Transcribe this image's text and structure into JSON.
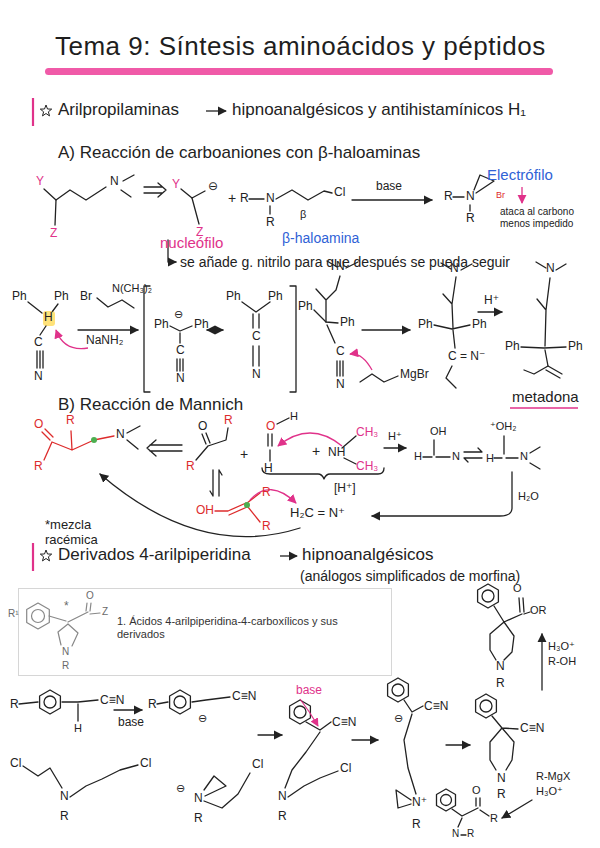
{
  "diagram": {
    "title": "Tema 9: Síntesis aminoácidos y péptidos",
    "nodes": [
      {
        "text": [
          "1. Ácidos 4-arilpiperidina-4-carboxílicos y sus derivados"
        ]
      }
    ],
    "labels": [
      "Arilpropilaminas",
      "hipnoanalgésicos y antihistamínicos H₁",
      "A) Reacción de carboaniones con β-haloaminas",
      "Y",
      "Z",
      "N",
      "Y",
      "⊖",
      "Z",
      "+",
      "R",
      "N",
      "R",
      "Cl",
      "β",
      "base",
      "R",
      "N",
      "R",
      "Br",
      "Electrófilo",
      "ataca al carbono menos impedido",
      "nucleófilo",
      "β-haloamina",
      "se añade g. nitrilo para que después se pueda seguir",
      "Ph",
      "Ph",
      "H",
      "C",
      "N",
      "Br",
      "N(CH₃)₂",
      "NaNH₂",
      "Ph",
      "⊖",
      "Ph",
      "C",
      "N",
      "Ph",
      "Ph",
      "C",
      "N",
      "N",
      "Ph",
      "Ph",
      "C",
      "N",
      "MgBr",
      "N",
      "Ph",
      "Ph",
      "C = N⁻",
      "H⁺",
      "N",
      "Ph",
      "Ph",
      "metadona",
      "B) Reacción de Mannich",
      "O",
      "R",
      "R",
      "N",
      "O",
      "R",
      "R",
      "+",
      "O",
      "H",
      "H",
      "+",
      "NH",
      "CH₃",
      "CH₃",
      "H⁺",
      "OH",
      "H",
      "N",
      "⁺OH₂",
      "H",
      "N",
      "H₂O",
      "[H⁺]",
      "OH",
      "R",
      "R",
      "H₂C = N⁺",
      "*mezcla racémica",
      "Derivados 4-arilpiperidina",
      "hipnoanalgésicos",
      "(análogos simplificados de morfina)",
      "R¹",
      "*",
      "O",
      "Z",
      "N",
      "R",
      "O",
      "OR",
      "N",
      "R",
      "H₃O⁺",
      "R-OH",
      "R",
      "C≡N",
      "H",
      "Cl",
      "N",
      "R",
      "Cl",
      "base",
      "R",
      "⊖",
      "C≡N",
      "⊖",
      "N",
      "R",
      "Cl",
      "base",
      "C≡N",
      "N",
      "R",
      "Cl",
      "⊖",
      "C≡N",
      "N⁺",
      "R",
      "C≡N",
      "N",
      "R",
      "R-MgX",
      "H₃O⁺",
      "O",
      "R",
      "N",
      "R"
    ]
  }
}
